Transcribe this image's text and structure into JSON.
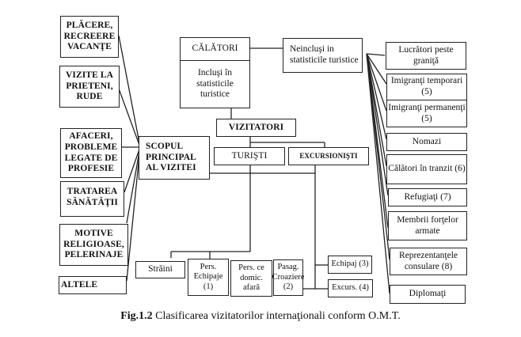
{
  "diagram": {
    "root": {
      "calatori": "CĂLĂTORI",
      "inclusi": "Incluşi în statisticile turistice",
      "neinclusi": "Neincluşi in statisticile turistice"
    },
    "vizitatori": "VIZITATORI",
    "turisti": "TURIŞTI",
    "excursionisti": "EXCURSIONIŞTI",
    "scop": "SCOPUL PRINCIPAL AL VIZITEI",
    "purposes": [
      "PLĂCERE, RECREERE VACANŢE",
      "VIZITE LA PRIETENI, RUDE",
      "AFACERI, PROBLEME LEGATE DE PROFESIE",
      "TRATAREA SĂNĂTĂŢII",
      "MOTIVE RELIGIOASE, PELERINAJE",
      "ALTELE"
    ],
    "tourist_types": [
      "Străini",
      "Pers. Echipaje (1)",
      "Pers. ce domic. afară",
      "Pasag. Croaziere (2)"
    ],
    "excursionist_types": [
      "Echipaj (3)",
      "Excurs. (4)"
    ],
    "excluded": [
      "Lucrători peste graniţă",
      "Imigranţi temporari (5)",
      "Imigranţi permanenţi (5)",
      "Nomazi",
      "Călători în tranzit (6)",
      "Refugiaţi (7)",
      "Membrii forţelor armate",
      "Reprezentanţele consulare (8)",
      "Diplomaţi"
    ]
  },
  "caption": {
    "label": "Fig.1.2",
    "text": " Clasificarea vizitatorilor internaţionali conform O.M.T."
  }
}
